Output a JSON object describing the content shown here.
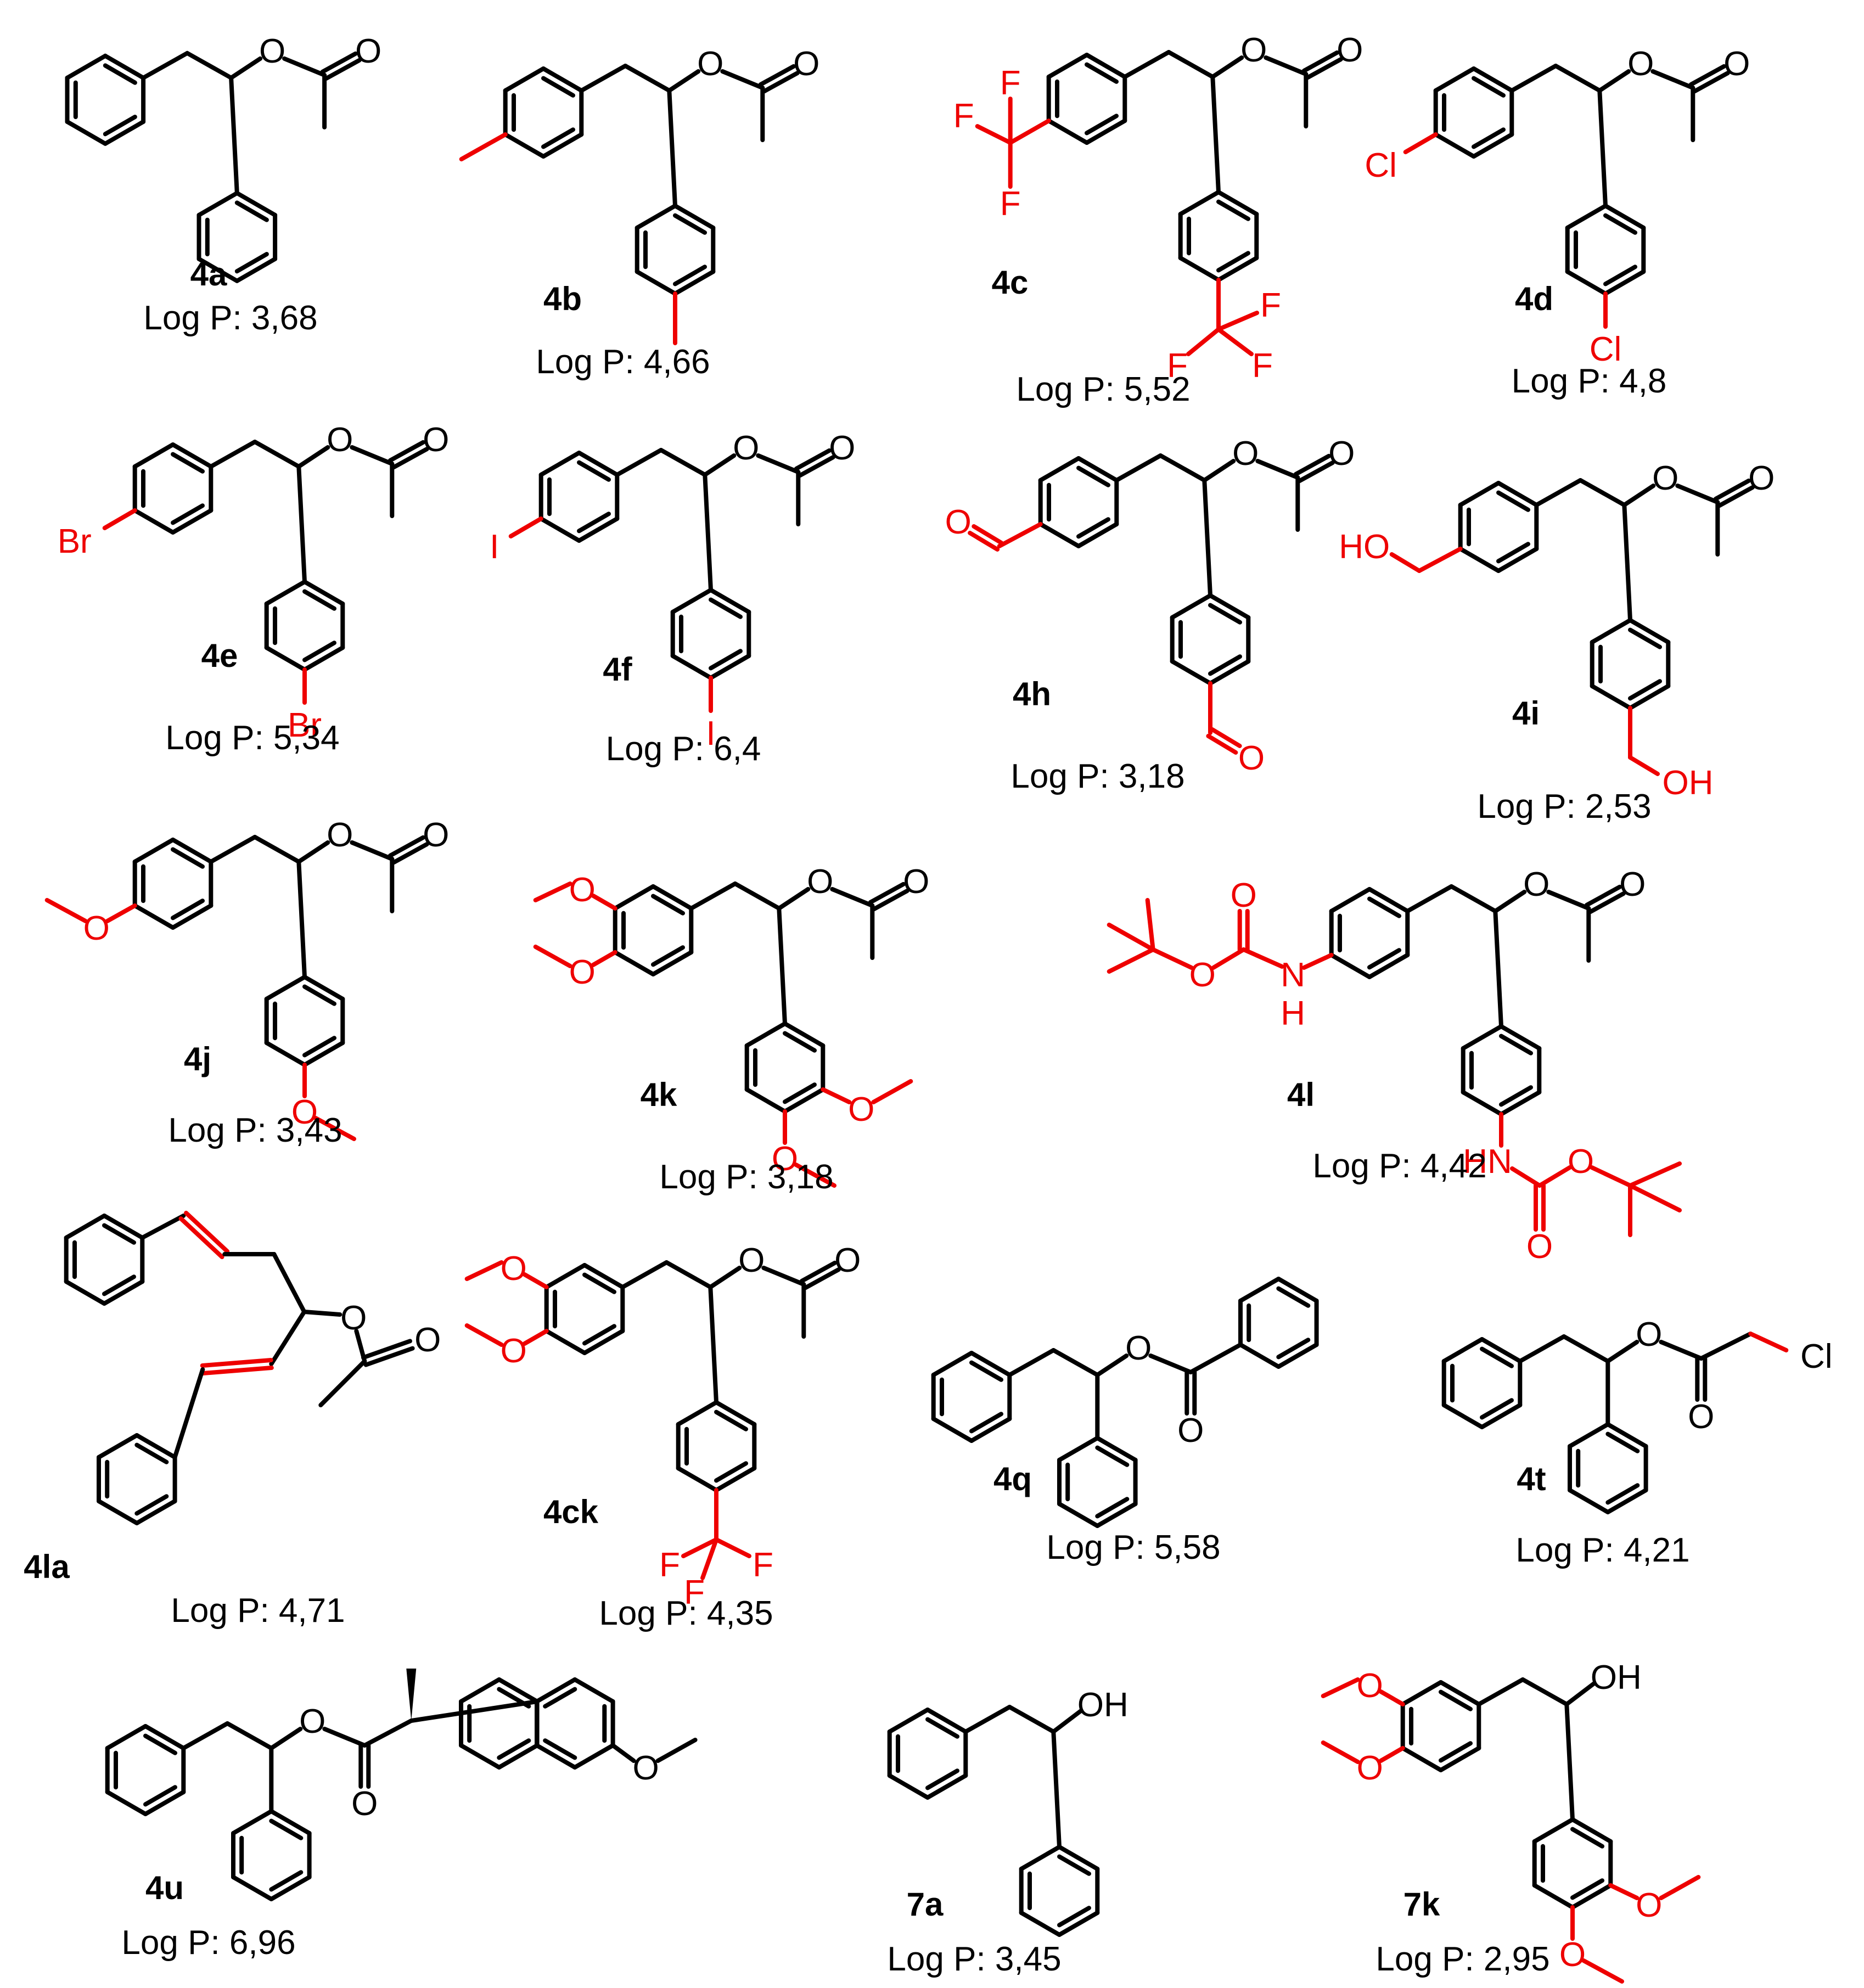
{
  "colors": {
    "core": "#000000",
    "substituent": "#ee0000"
  },
  "compounds": [
    {
      "id": "4a",
      "logp": "Log P: 3,68"
    },
    {
      "id": "4b",
      "logp": "Log P: 4,66"
    },
    {
      "id": "4c",
      "logp": "Log P: 5,52",
      "atoms": [
        "F",
        "F",
        "F",
        "F",
        "F",
        "F"
      ]
    },
    {
      "id": "4d",
      "logp": "Log P: 4,8",
      "atoms": [
        "Cl",
        "Cl"
      ]
    },
    {
      "id": "4e",
      "logp": "Log P: 5,34",
      "atoms": [
        "Br",
        "Br"
      ]
    },
    {
      "id": "4f",
      "logp": "Log P: 6,4",
      "atoms": [
        "I",
        "I"
      ]
    },
    {
      "id": "4h",
      "logp": "Log P: 3,18",
      "atoms": [
        "O",
        "O"
      ]
    },
    {
      "id": "4i",
      "logp": "Log P: 2,53",
      "atoms": [
        "HO",
        "OH"
      ]
    },
    {
      "id": "4j",
      "logp": "Log P: 3,43",
      "atoms": [
        "O",
        "O"
      ]
    },
    {
      "id": "4k",
      "logp": "Log P: 3,18",
      "atoms": [
        "O",
        "O",
        "O",
        "O"
      ]
    },
    {
      "id": "4l",
      "logp": "Log P: 4,42",
      "atoms": [
        "O",
        "O",
        "N",
        "H",
        "HN",
        "O",
        "O"
      ]
    },
    {
      "id": "4la",
      "logp": "Log P: 4,71"
    },
    {
      "id": "4ck",
      "logp": "Log P: 4,35",
      "atoms": [
        "O",
        "O",
        "F",
        "F",
        "F"
      ]
    },
    {
      "id": "4q",
      "logp": "Log P: 5,58"
    },
    {
      "id": "4t",
      "logp": "Log P: 4,21",
      "atoms": [
        "Cl"
      ]
    },
    {
      "id": "4u",
      "logp": "Log P: 6,96"
    },
    {
      "id": "7a",
      "logp": "Log P: 3,45"
    },
    {
      "id": "7k",
      "logp": "Log P: 2,95",
      "atoms": [
        "O",
        "O",
        "O",
        "O"
      ]
    }
  ],
  "common_atoms": {
    "O": "O",
    "OH": "OH"
  }
}
